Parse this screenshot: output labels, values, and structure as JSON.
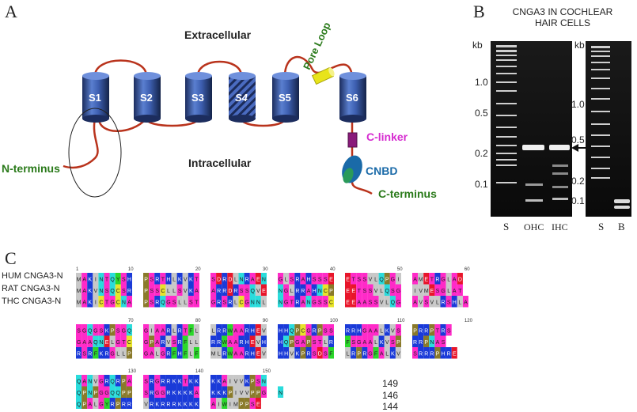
{
  "panels": {
    "a": {
      "letter": "A",
      "extracellular": "Extracellular",
      "intracellular": "Intracellular",
      "segments": [
        "S1",
        "S2",
        "S3",
        "S4",
        "S5",
        "S6"
      ],
      "pore_loop": "Pore Loop",
      "c_linker": "C-linker",
      "cnbd": "CNBD",
      "n_terminus": "N-terminus",
      "c_terminus": "C-terminus"
    },
    "b": {
      "letter": "B",
      "title_line1": "CNGA3 IN COCHLEAR",
      "title_line2": "HAIR CELLS",
      "kb_unit": "kb",
      "left_gel_ticks": [
        "1.0",
        "0.5",
        "0.2",
        "0.1"
      ],
      "right_gel_ticks": [
        "1.0",
        "0.5",
        "0.2",
        "0.1"
      ],
      "left_lanes": [
        "S",
        "OHC",
        "IHC"
      ],
      "right_lanes": [
        "S",
        "B"
      ]
    },
    "c": {
      "letter": "C",
      "sequence_labels": [
        "HUM CNGA3-N",
        "RAT CNGA3-N",
        "THC CNGA3-N"
      ],
      "position_marks": [
        "1",
        "10",
        "20",
        "30",
        "40",
        "50",
        "60",
        "70",
        "80",
        "90",
        "100",
        "110",
        "120",
        "130",
        "140",
        "150"
      ],
      "row1": [
        "MAKINTQYSHPSRTHLKVKTSDRDLNRAENGLSRAHSSSEETSSVLQPGIAMETRGLAD",
        "MAKVNSQCSRPSSCLLSVKAARRDRSSQVENGLRRAHNCPEETSSVLQSGIVMESGLAT",
        "MAKICTGCNAPSRQGSLLSTGRSRLCGNNLNGTRANGSSCEEAASSVLQGAVSVLRSHLA"
      ],
      "row2": [
        "SGQGSKPSGQGIAARLRTFLLRRWAARHEVHHQPCGRPSSRRHGAALKVSPRRPTRS",
        "GAAQNELGTCGPARVSRFLLRRWAARHEVHHQPGAPSTLRFSGAALKVSPRRPNAS",
        "RSRFKRGLLPGALGRFHFLFMLRWAARHEVHHVKPRSDSFLRPRGFALKVSRRRPHRE"
      ],
      "row3": [
        "QANVGRQRPASRGRRKKTKKKKAIVVKPSN",
        "QPNPGGQQPPSRGGRKKKKAKKKPIVVPPGN",
        "QPALGYRPRRVRKRRRKKKKAIWIMPPSE"
      ],
      "end_counts": [
        "149",
        "146",
        "144"
      ]
    }
  },
  "colors": {
    "membrane_loop": "#b9331c",
    "cylinder": "#2e4a8c",
    "pore": "#e8e41a",
    "linker": "#8a1a7a",
    "cnbd": "#1a6aa8",
    "green_text": "#2a7a1a",
    "magenta_text": "#d62cd0"
  }
}
